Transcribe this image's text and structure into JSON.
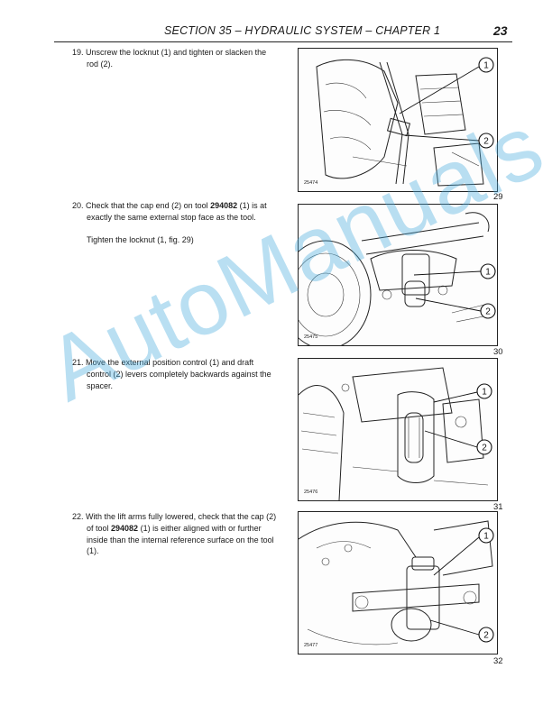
{
  "header": {
    "title": "SECTION 35 – HYDRAULIC SYSTEM – CHAPTER 1",
    "page_number": "23"
  },
  "steps": [
    {
      "number": "19.",
      "text": "Unscrew the locknut (1) and tighten or slacken the rod (2)."
    },
    {
      "number": "20.",
      "text_before": "Check that the cap end (2) on tool ",
      "tool": "294082",
      "text_after": " (1) is at exactly the same external stop face as the tool.",
      "note": "Tighten the locknut (1, fig. 29)"
    },
    {
      "number": "21.",
      "text": "Move the external position control (1) and draft control (2) levers completely backwards against the spacer."
    },
    {
      "number": "22.",
      "text_before": "With the lift arms fully lowered, check that the cap (2) of tool ",
      "tool": "294082",
      "text_after": " (1) is either aligned with or further inside than the internal reference surface on the tool (1)."
    }
  ],
  "figures": [
    {
      "code": "25474",
      "number": "29",
      "callouts": [
        "1",
        "2"
      ]
    },
    {
      "code": "25475",
      "number": "30",
      "callouts": [
        "1",
        "2"
      ]
    },
    {
      "code": "25476",
      "number": "31",
      "callouts": [
        "1",
        "2"
      ]
    },
    {
      "code": "25477",
      "number": "32",
      "callouts": [
        "1",
        "2"
      ]
    }
  ],
  "watermark": "AutoManuals"
}
